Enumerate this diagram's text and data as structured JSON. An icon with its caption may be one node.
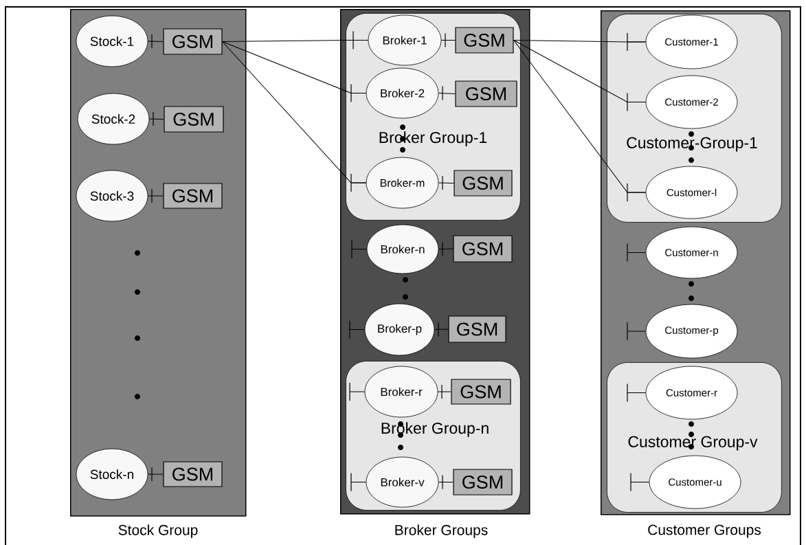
{
  "diagram": {
    "nodes": [
      {
        "text": [
          "Stock Group"
        ]
      },
      {
        "text": [
          "Stock-1"
        ],
        "in": 0
      },
      {
        "text": [
          "GSM"
        ],
        "in": 0
      },
      {
        "text": [
          "Stock-2"
        ],
        "in": 0
      },
      {
        "text": [
          "GSM"
        ],
        "in": 0
      },
      {
        "text": [
          "Stock-3"
        ],
        "in": 0
      },
      {
        "text": [
          "GSM"
        ],
        "in": 0
      },
      {
        "text": [
          "Stock-n"
        ],
        "in": 0
      },
      {
        "text": [
          "GSM"
        ],
        "in": 0
      },
      {
        "text": [
          "Broker Groups"
        ]
      },
      {
        "text": [
          "Broker Group-1"
        ],
        "in": 9
      },
      {
        "text": [
          "Broker-1"
        ],
        "in": 10
      },
      {
        "text": [
          "GSM"
        ],
        "in": 10
      },
      {
        "text": [
          "Broker-2"
        ],
        "in": 10
      },
      {
        "text": [
          "GSM"
        ],
        "in": 10
      },
      {
        "text": [
          "Broker-m"
        ],
        "in": 10
      },
      {
        "text": [
          "GSM"
        ],
        "in": 10
      },
      {
        "text": [
          "Broker-n"
        ],
        "in": 9
      },
      {
        "text": [
          "GSM"
        ],
        "in": 9
      },
      {
        "text": [
          "Broker-p"
        ],
        "in": 9
      },
      {
        "text": [
          "GSM"
        ],
        "in": 9
      },
      {
        "text": [
          "Broker Group-n"
        ],
        "in": 9
      },
      {
        "text": [
          "Broker-r"
        ],
        "in": 21
      },
      {
        "text": [
          "GSM"
        ],
        "in": 21
      },
      {
        "text": [
          "Broker-v"
        ],
        "in": 21
      },
      {
        "text": [
          "GSM"
        ],
        "in": 21
      },
      {
        "text": [
          "Customer Groups"
        ]
      },
      {
        "text": [
          "Customer-Group-1"
        ],
        "in": 26
      },
      {
        "text": [
          "Customer-1"
        ],
        "in": 27
      },
      {
        "text": [
          "Customer-2"
        ],
        "in": 27
      },
      {
        "text": [
          "Customer-l"
        ],
        "in": 27
      },
      {
        "text": [
          "Customer-n"
        ],
        "in": 26
      },
      {
        "text": [
          "Customer-p"
        ],
        "in": 26
      },
      {
        "text": [
          "Customer Group-v"
        ],
        "in": 26
      },
      {
        "text": [
          "Customer-r"
        ],
        "in": 33
      },
      {
        "text": [
          "Customer-u"
        ],
        "in": 33
      }
    ],
    "edges": [
      {
        "from": 2,
        "to": 1,
        "arrow": "none"
      },
      {
        "from": 4,
        "to": 3,
        "arrow": "none"
      },
      {
        "from": 6,
        "to": 5,
        "arrow": "none"
      },
      {
        "from": 8,
        "to": 7,
        "arrow": "none"
      },
      {
        "from": 12,
        "to": 11,
        "arrow": "none"
      },
      {
        "from": 14,
        "to": 13,
        "arrow": "none"
      },
      {
        "from": 16,
        "to": 15,
        "arrow": "none"
      },
      {
        "from": 18,
        "to": 17,
        "arrow": "none"
      },
      {
        "from": 20,
        "to": 19,
        "arrow": "none"
      },
      {
        "from": 23,
        "to": 22,
        "arrow": "none"
      },
      {
        "from": 25,
        "to": 24,
        "arrow": "none"
      },
      {
        "from": 2,
        "to": 11,
        "arrow": "none"
      },
      {
        "from": 2,
        "to": 13,
        "arrow": "none"
      },
      {
        "from": 2,
        "to": 15,
        "arrow": "none"
      },
      {
        "from": 12,
        "to": 28,
        "arrow": "none"
      },
      {
        "from": 12,
        "to": 29,
        "arrow": "none"
      },
      {
        "from": 12,
        "to": 30,
        "arrow": "none"
      }
    ]
  }
}
